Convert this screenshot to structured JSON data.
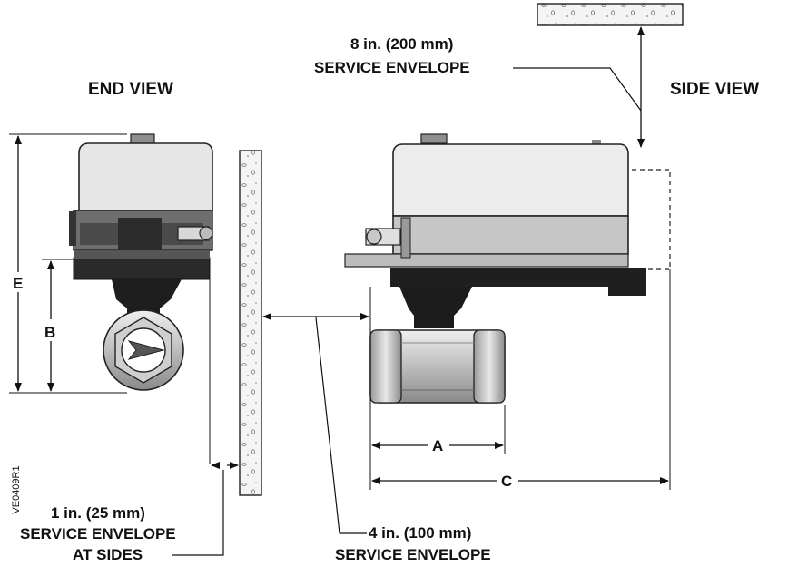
{
  "labels": {
    "end_view": "END VIEW",
    "side_view": "SIDE VIEW",
    "top_envelope_line1": "8 in. (200 mm)",
    "top_envelope_line2": "SERVICE ENVELOPE",
    "side_envelope_line1": "1 in. (25 mm)",
    "side_envelope_line2": "SERVICE ENVELOPE",
    "side_envelope_line3": "AT SIDES",
    "front_envelope_line1": "4 in. (100 mm)",
    "front_envelope_line2": "SERVICE ENVELOPE",
    "dim_a": "A",
    "dim_b": "B",
    "dim_c": "C",
    "dim_e": "E",
    "drawing_code": "VE0409R1"
  }
}
